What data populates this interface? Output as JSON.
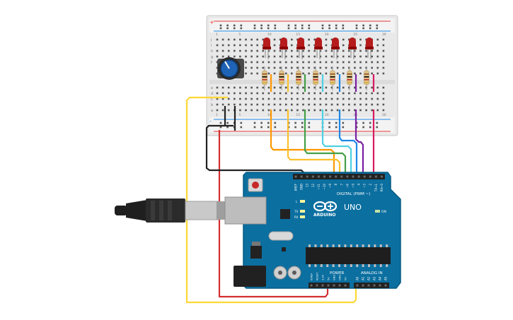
{
  "board": {
    "model": "UNO",
    "brand": "ARDUINO",
    "digital_header": "DIGITAL (PWM ~)",
    "power_header": "POWER",
    "analog_header": "ANALOG IN",
    "on_label": "ON",
    "tx_label": "TX",
    "rx_label": "RX",
    "l_label": "L",
    "digital_pins": [
      "AREF",
      "GND",
      "13",
      "12",
      "~11",
      "~10",
      "~9",
      "8",
      "7",
      "~6",
      "~5",
      "4",
      "~3",
      "2",
      "TX→1",
      "RX←0"
    ],
    "power_pins": [
      "IOREF",
      "RESET",
      "3.3V",
      "5V",
      "GND",
      "GND",
      "Vin"
    ],
    "analog_pins": [
      "A0",
      "A1",
      "A2",
      "A3",
      "A4",
      "A5"
    ]
  },
  "breadboard": {
    "row_letters_top": [
      "j",
      "i",
      "h",
      "g",
      "f"
    ],
    "row_letters_bottom": [
      "e",
      "d",
      "c",
      "b",
      "a"
    ],
    "column_numbers": [
      "1",
      "5",
      "10",
      "15",
      "20",
      "25",
      "30"
    ],
    "rail_plus": "+",
    "rail_minus": "-"
  },
  "components": {
    "led_count": 7,
    "led_color": "#b71c1c",
    "resistor_count": 7,
    "potentiometer_color": "#1e63b5"
  },
  "wires": {
    "colors": [
      "#ff9800",
      "#fbc02d",
      "#43a047",
      "#4dd0e1",
      "#1e88e5",
      "#7b1fa2",
      "#d81b60"
    ]
  }
}
